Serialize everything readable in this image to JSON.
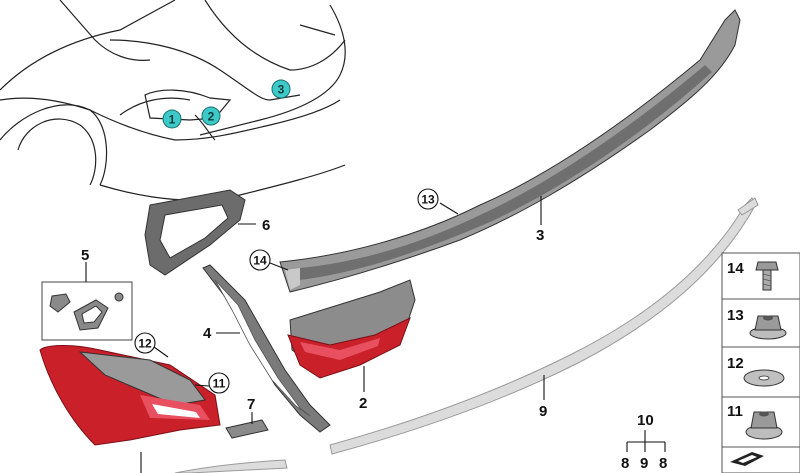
{
  "colors": {
    "teal_callout": "#3ec9c9",
    "taillight_red": "#c9202a",
    "trim_gray": "#8a8a8a",
    "trim_silver": "#d9d9d9"
  },
  "car_callouts": [
    "1",
    "2",
    "3"
  ],
  "parts": [
    {
      "label": "2"
    },
    {
      "label": "3"
    },
    {
      "label": "4"
    },
    {
      "label": "5"
    },
    {
      "label": "6"
    },
    {
      "label": "7"
    },
    {
      "label": "9"
    },
    {
      "label": "10"
    }
  ],
  "circled_callouts": [
    "11",
    "12",
    "13",
    "14"
  ],
  "kit_10_items": [
    "8",
    "9",
    "8"
  ],
  "hardware_panel": {
    "items": [
      {
        "label": "14",
        "icon": "screw-icon"
      },
      {
        "label": "13",
        "icon": "flange-nut-icon"
      },
      {
        "label": "12",
        "icon": "washer-icon"
      },
      {
        "label": "11",
        "icon": "clip-nut-icon"
      }
    ]
  }
}
